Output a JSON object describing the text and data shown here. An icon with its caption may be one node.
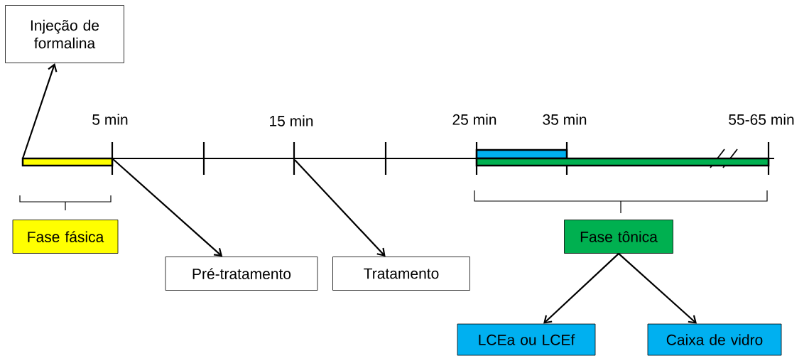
{
  "diagram": {
    "nodes": [
      {
        "text": [
          "Injeção de formalina"
        ]
      },
      {
        "text": [],
        "shape": "bar"
      },
      {
        "text": [],
        "shape": "bar"
      },
      {
        "text": [],
        "shape": "bar"
      },
      {
        "text": [
          "Fase fásica"
        ]
      },
      {
        "text": [
          "Pré-tratamento"
        ]
      },
      {
        "text": [
          "Tratamento"
        ]
      },
      {
        "text": [
          "Fase tônica"
        ]
      },
      {
        "text": [
          "LCEa ou LCEf"
        ]
      },
      {
        "text": [
          "Caixa de vidro"
        ]
      }
    ],
    "edges": [
      {
        "from": 1,
        "to": 0,
        "arrow": "to"
      },
      {
        "from": 1,
        "to": 5,
        "arrow": "to"
      },
      {
        "from": null,
        "to": 6,
        "arrow": "to"
      },
      {
        "from": 7,
        "to": 8,
        "arrow": "to"
      },
      {
        "from": 7,
        "to": 9,
        "arrow": "to"
      }
    ],
    "labels": [
      "5 min",
      "15 min",
      "25 min",
      "35 min",
      "55-65 min"
    ]
  }
}
